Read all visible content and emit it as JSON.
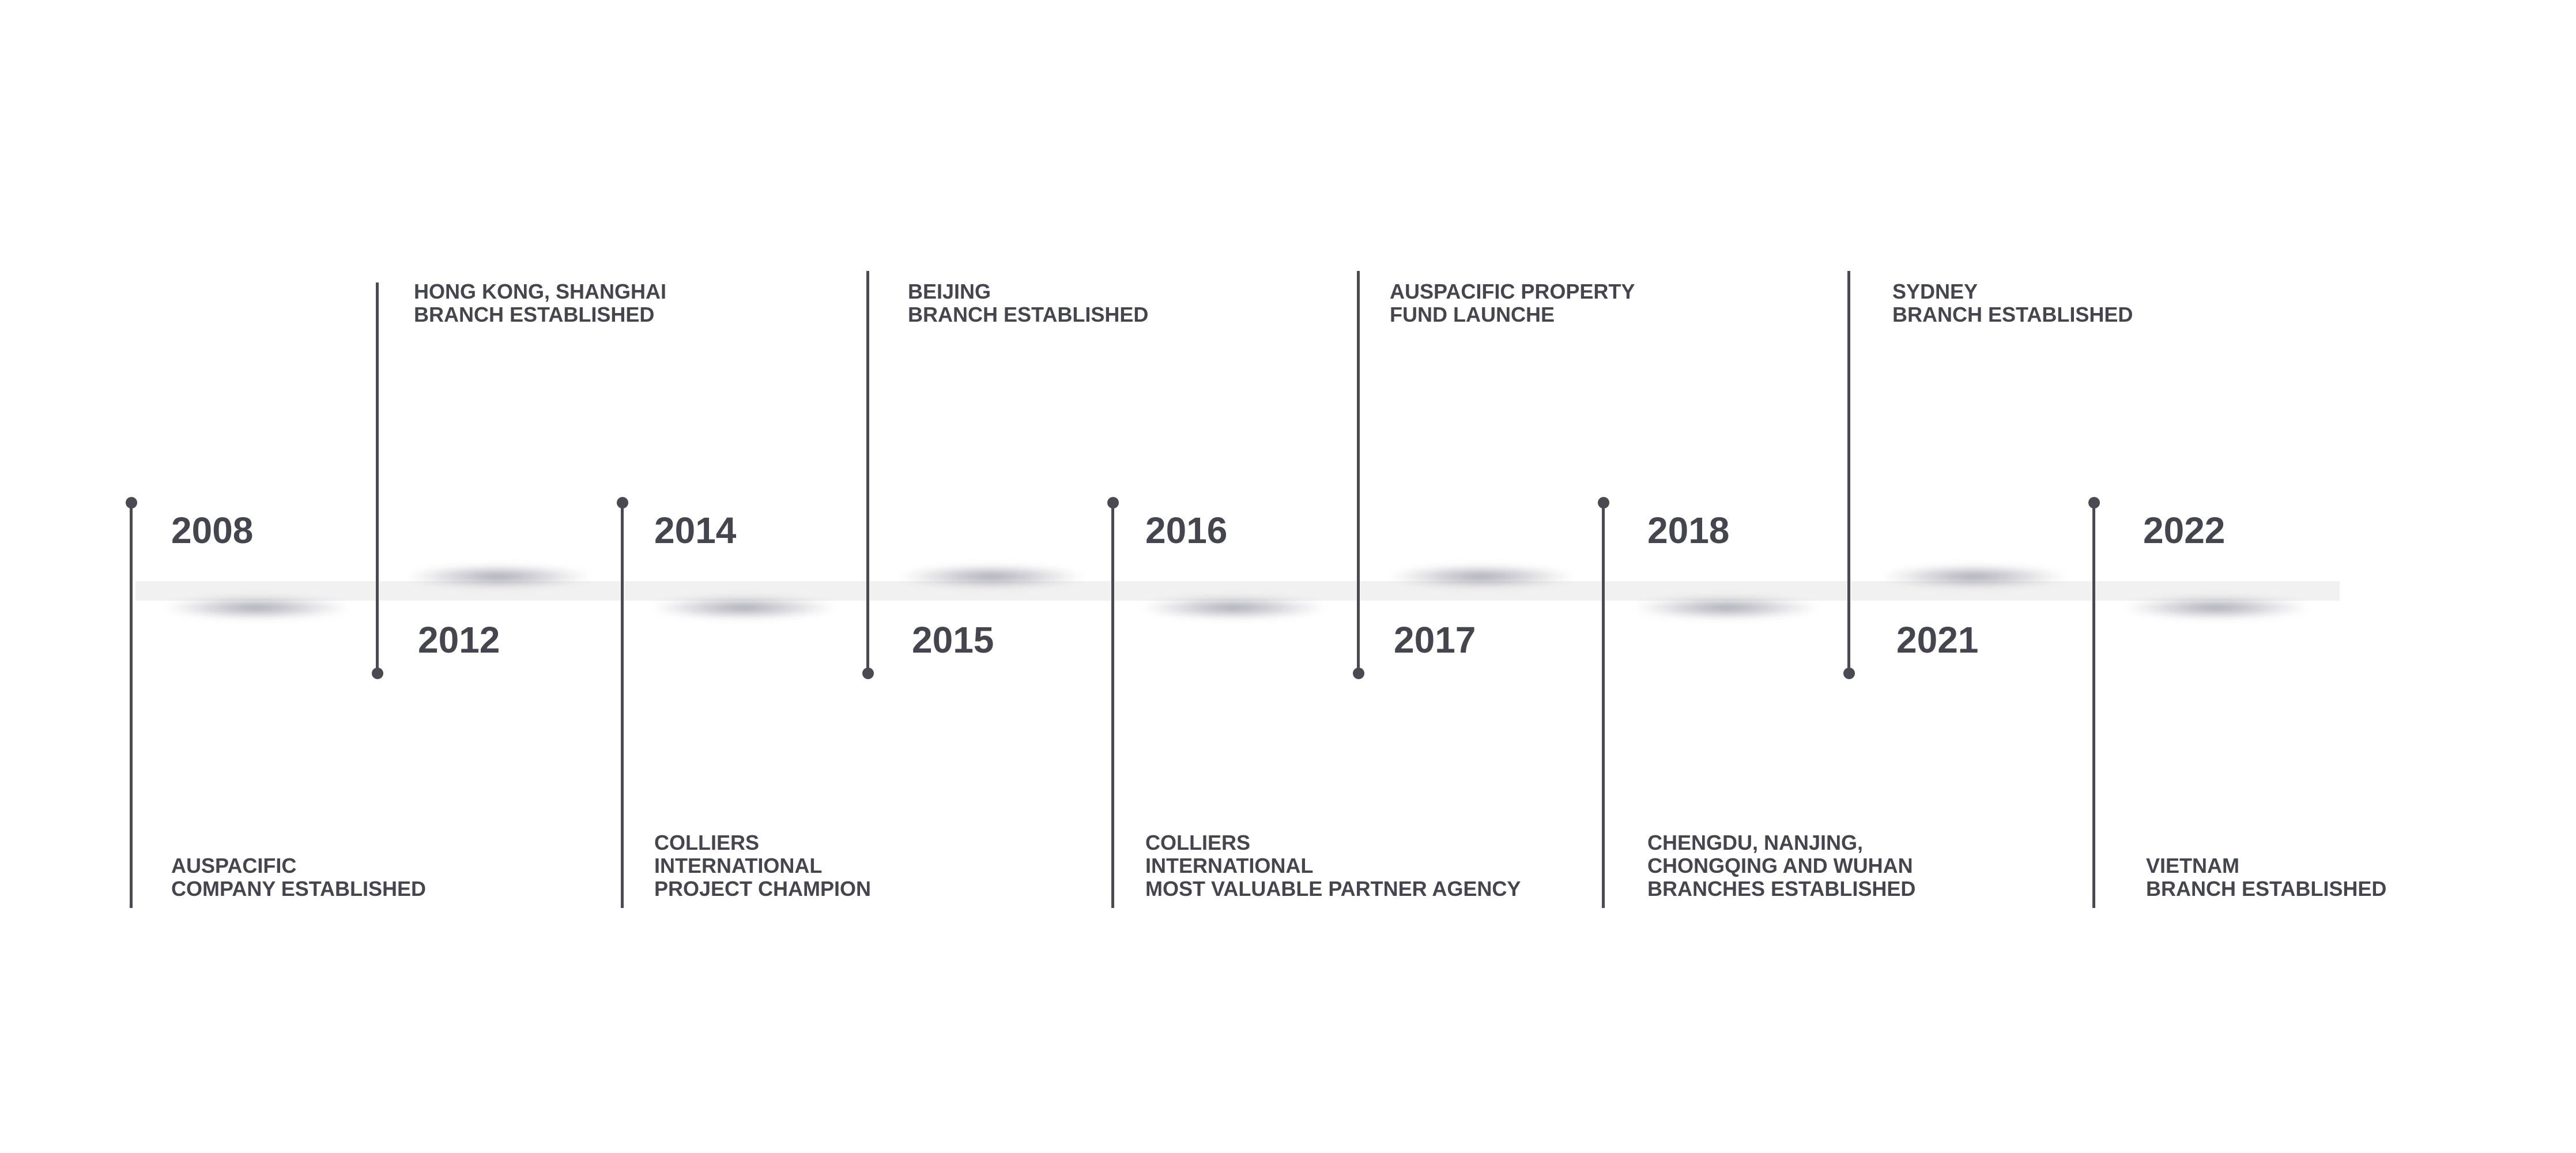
{
  "timeline": {
    "events": [
      {
        "year": "2008",
        "lines": [
          "AUSPACIFIC",
          "COMPANY ESTABLISHED"
        ]
      },
      {
        "year": "2012",
        "lines": [
          "HONG KONG, SHANGHAI",
          "BRANCH ESTABLISHED"
        ]
      },
      {
        "year": "2014",
        "lines": [
          "COLLIERS",
          "INTERNATIONAL",
          "PROJECT CHAMPION"
        ]
      },
      {
        "year": "2015",
        "lines": [
          "BEIJING",
          "BRANCH ESTABLISHED"
        ]
      },
      {
        "year": "2016",
        "lines": [
          "COLLIERS",
          "INTERNATIONAL",
          "MOST VALUABLE PARTNER AGENCY"
        ]
      },
      {
        "year": "2017",
        "lines": [
          "AUSPACIFIC PROPERTY",
          "FUND LAUNCHE"
        ]
      },
      {
        "year": "2018",
        "lines": [
          "CHENGDU, NANJING,",
          "CHONGQING AND WUHAN",
          "BRANCHES ESTABLISHED"
        ]
      },
      {
        "year": "2021",
        "lines": [
          "SYDNEY",
          "BRANCH ESTABLISHED"
        ]
      },
      {
        "year": "2022",
        "lines": [
          "VIETNAM",
          "BRANCH ESTABLISHED"
        ]
      }
    ]
  }
}
